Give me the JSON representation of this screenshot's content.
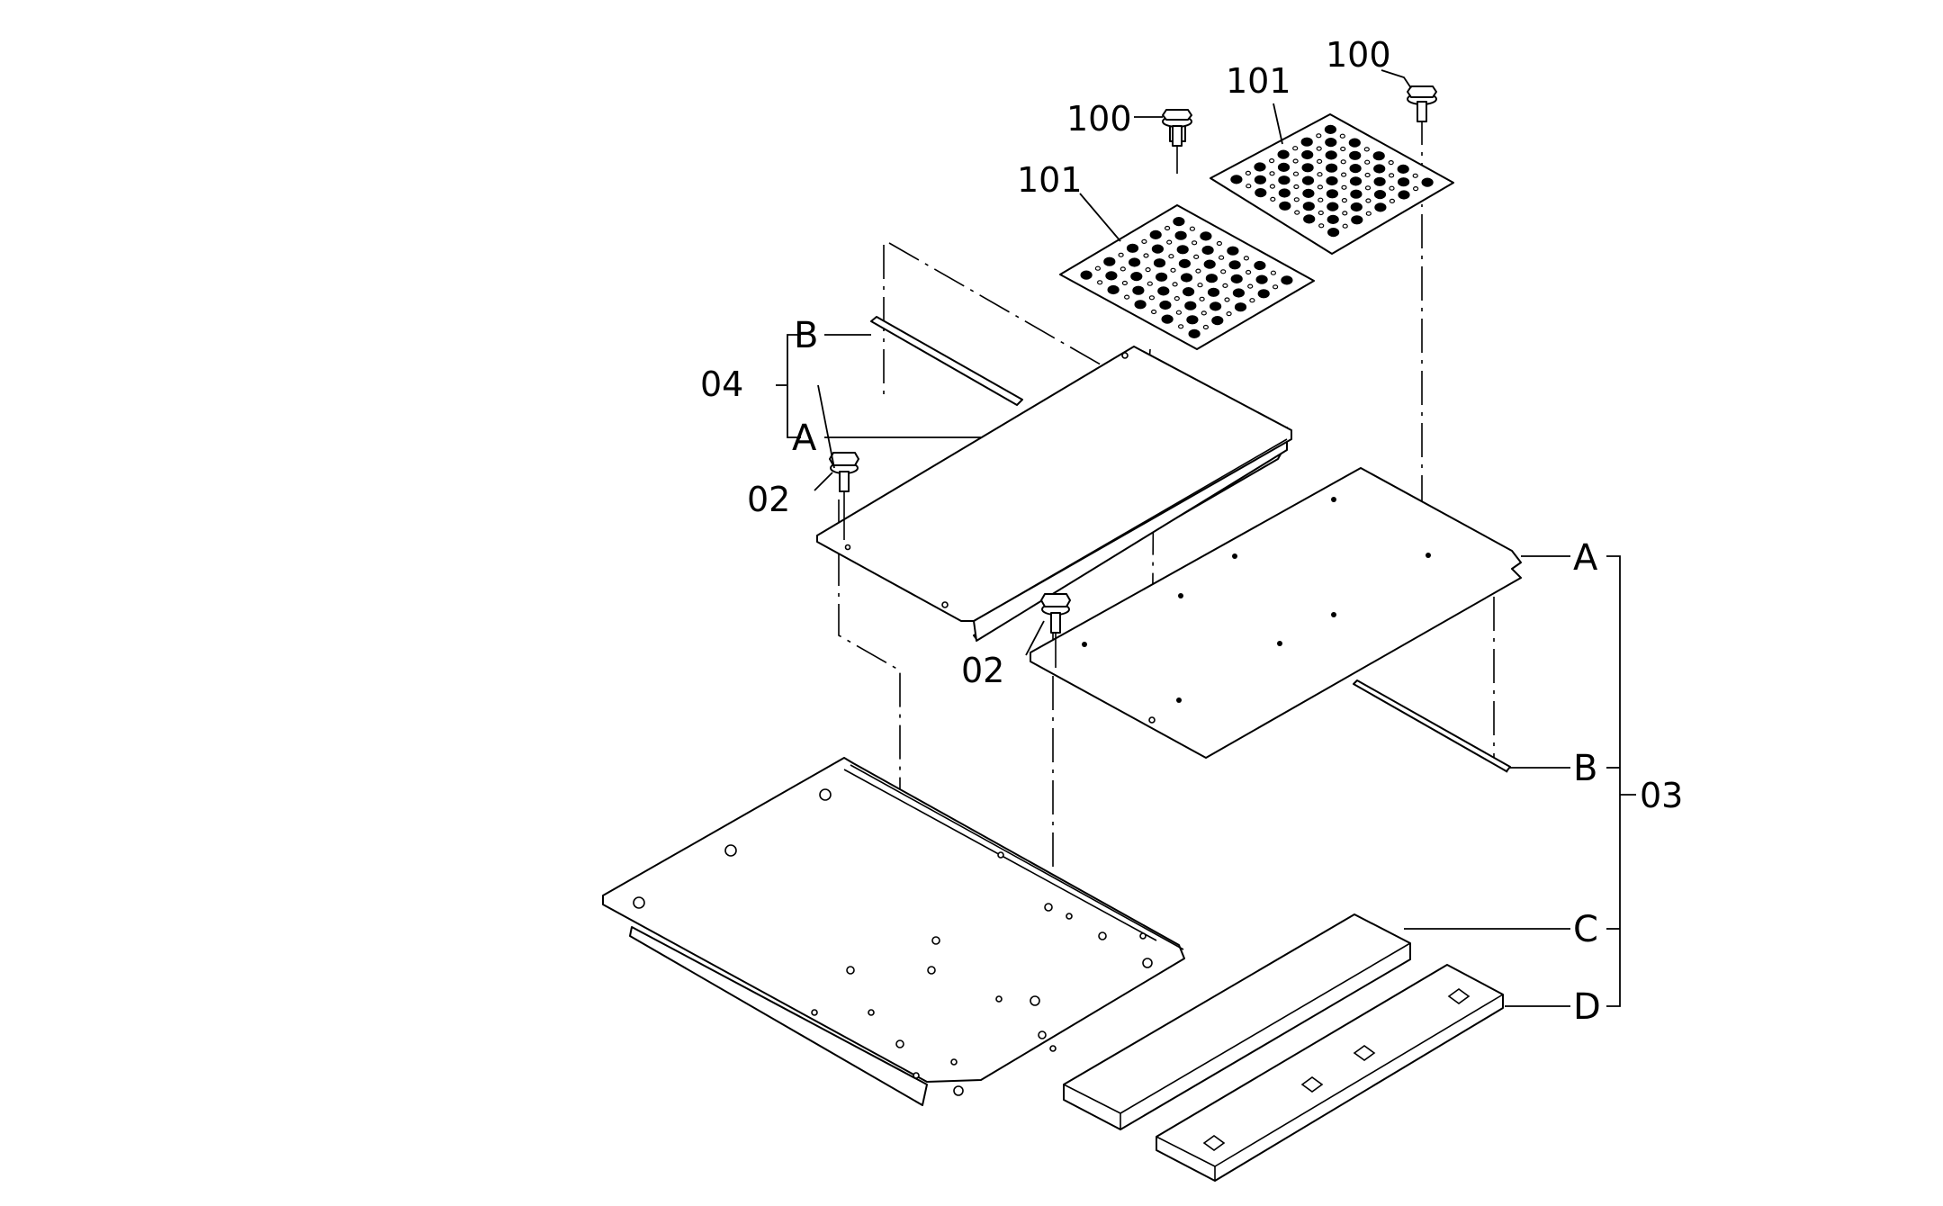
{
  "callouts": {
    "screw_top_right": "100",
    "screw_top_left": "100",
    "plate_top_right": "101",
    "plate_top_left": "101",
    "group_04": "04",
    "group_04_b": "B",
    "group_04_a": "A",
    "bolt_left": "02",
    "bolt_center": "02",
    "group_03": "03",
    "group_03_a": "A",
    "group_03_b": "B",
    "group_03_c": "C",
    "group_03_d": "D"
  }
}
